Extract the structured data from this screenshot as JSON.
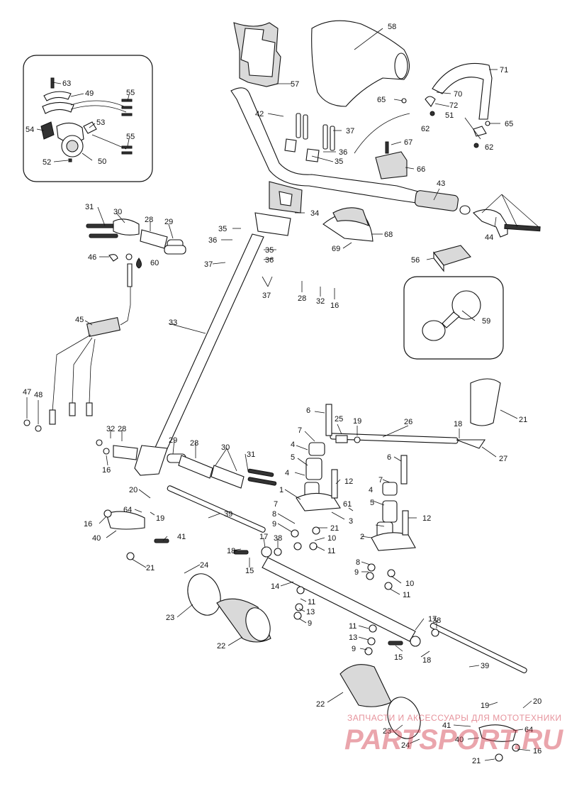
{
  "diagram": {
    "callouts": {
      "c58": "58",
      "c57": "57",
      "c71": "71",
      "c70": "70",
      "c65a": "65",
      "c65b": "65",
      "c72": "72",
      "c51": "51",
      "c62a": "62",
      "c62b": "62",
      "c42": "42",
      "c37a": "37",
      "c36a": "36",
      "c35a": "35",
      "c67": "67",
      "c66": "66",
      "c63": "63",
      "c49": "49",
      "c55a": "55",
      "c53": "53",
      "c54": "54",
      "c55b": "55",
      "c50": "50",
      "c52": "52",
      "c43": "43",
      "c34": "34",
      "c44": "44",
      "c68": "68",
      "c69": "69",
      "c56": "56",
      "c31a": "31",
      "c30a": "30",
      "c28a": "28",
      "c29a": "29",
      "c35b": "35",
      "c36b": "36",
      "c35c": "35",
      "c36c": "36",
      "c37b": "37",
      "c37c": "37",
      "c28b": "28",
      "c32a": "32",
      "c16a": "16",
      "c46": "46",
      "c60": "60",
      "c59": "59",
      "c33": "33",
      "c45": "45",
      "c47": "47",
      "c48": "48",
      "c6a": "6",
      "c25": "25",
      "c19a": "19",
      "c26": "26",
      "c18a": "18",
      "c21a": "21",
      "c27": "27",
      "c7a": "7",
      "c4a": "4",
      "c5a": "5",
      "c32b": "32",
      "c28c": "28",
      "c16b": "16",
      "c29b": "29",
      "c28d": "28",
      "c30b": "30",
      "c31b": "31",
      "c6b": "6",
      "c4b": "4",
      "c12a": "12",
      "c1": "1",
      "c7b": "7",
      "c61": "61",
      "c3": "3",
      "c7c": "7",
      "c4c": "4",
      "c5b": "5",
      "c12b": "12",
      "c8a": "8",
      "c9a": "9",
      "c21b": "21",
      "c10a": "10",
      "c2": "2",
      "c11a": "11",
      "c8b": "8",
      "c9b": "9",
      "c10b": "10",
      "c11b": "11",
      "c20a": "20",
      "c64a": "64",
      "c19b": "19",
      "c39a": "39",
      "c16c": "16",
      "c40a": "40",
      "c41a": "41",
      "c17a": "17",
      "c38a": "38",
      "c18b": "18",
      "c15a": "15",
      "c21c": "21",
      "c24a": "24",
      "c14": "14",
      "c11c": "11",
      "c13a": "13",
      "c9c": "9",
      "c23a": "23",
      "c22a": "22",
      "c17b": "17",
      "c38b": "38",
      "c11d": "11",
      "c13b": "13",
      "c9d": "9",
      "c15b": "15",
      "c18c": "18",
      "c39b": "39",
      "c22b": "22",
      "c20b": "20",
      "c19c": "19",
      "c41b": "41",
      "c23b": "23",
      "c64b": "64",
      "c40b": "40",
      "c24b": "24",
      "c16d": "16",
      "c21d": "21"
    }
  },
  "watermark": {
    "tagline": "ЗАПЧАСТИ И АКСЕССУАРЫ ДЛЯ МОТОТЕХНИКИ",
    "brand": "PARTSPORT.RU"
  }
}
